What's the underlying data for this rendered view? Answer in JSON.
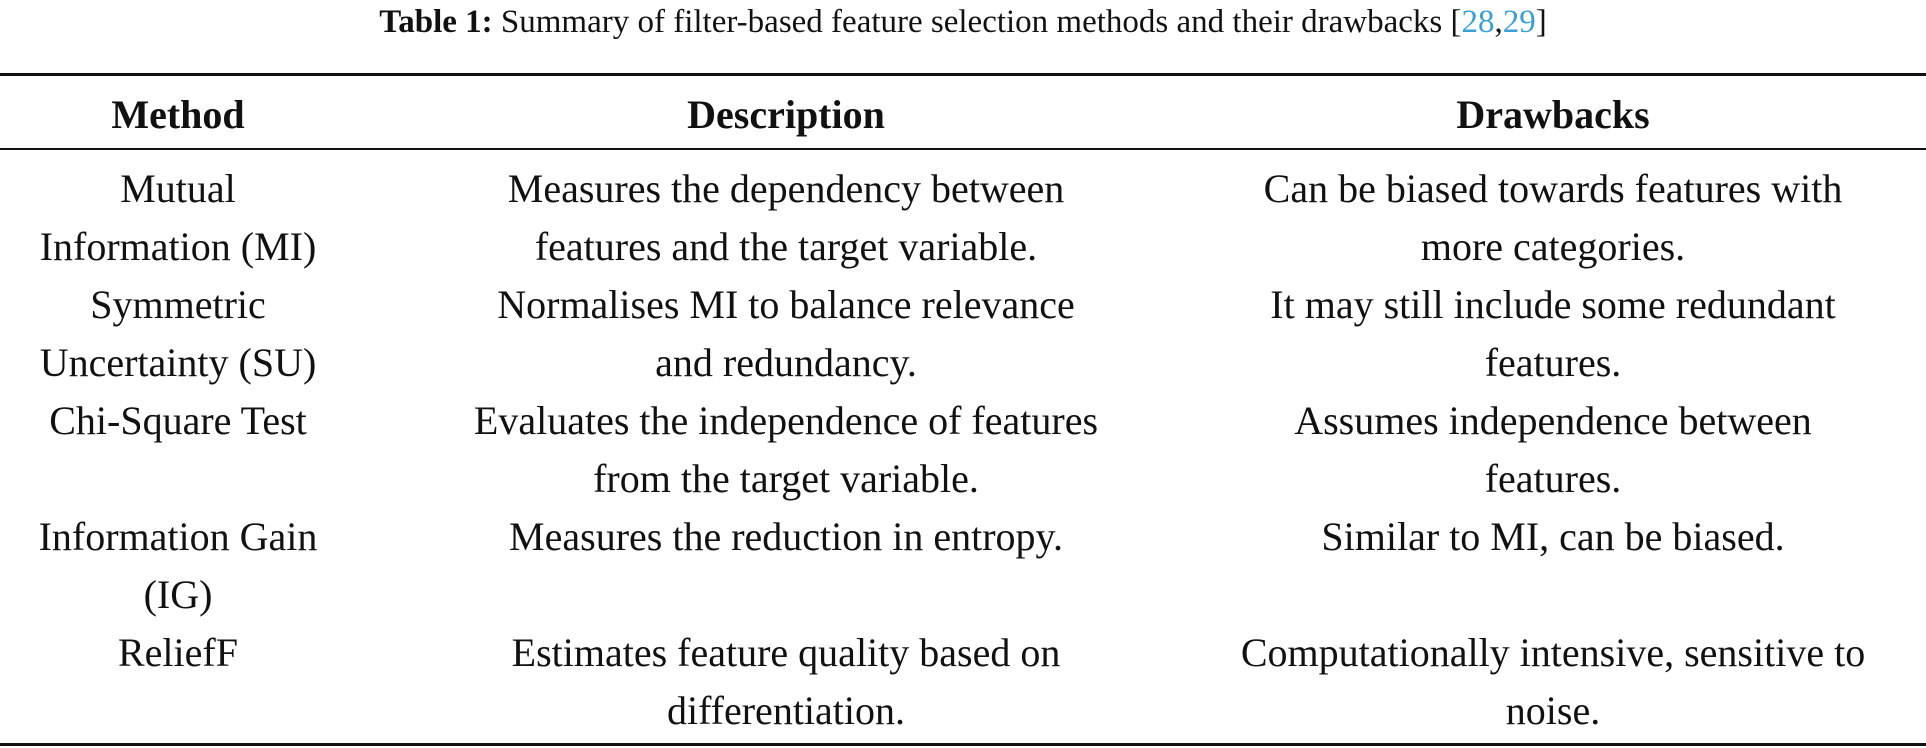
{
  "caption": {
    "label": "Table 1:",
    "text": "Summary of filter-based feature selection methods and their drawbacks",
    "cite_open": "[",
    "cite_refs": [
      "28",
      "29"
    ],
    "cite_sep": ",",
    "cite_close": "]",
    "cite_color": "#3a9fd4"
  },
  "table": {
    "headers": [
      "Method",
      "Description",
      "Drawbacks"
    ],
    "rows": [
      {
        "method": [
          "Mutual",
          "Information (MI)"
        ],
        "description": [
          "Measures the dependency between",
          "features and the target variable."
        ],
        "drawbacks": [
          "Can be biased towards features with",
          "more categories."
        ]
      },
      {
        "method": [
          "Symmetric",
          "Uncertainty (SU)"
        ],
        "description": [
          "Normalises MI to balance relevance",
          "and redundancy."
        ],
        "drawbacks": [
          "It may still include some redundant",
          "features."
        ]
      },
      {
        "method": [
          "Chi-Square Test"
        ],
        "description": [
          "Evaluates the independence of features",
          "from the target variable."
        ],
        "drawbacks": [
          "Assumes independence between",
          "features."
        ]
      },
      {
        "method": [
          "Information Gain",
          "(IG)"
        ],
        "description": [
          "Measures the reduction in entropy."
        ],
        "drawbacks": [
          "Similar to MI, can be biased."
        ]
      },
      {
        "method": [
          "ReliefF"
        ],
        "description": [
          "Estimates feature quality based on",
          "differentiation."
        ],
        "drawbacks": [
          "Computationally intensive, sensitive to",
          "noise."
        ]
      }
    ]
  }
}
